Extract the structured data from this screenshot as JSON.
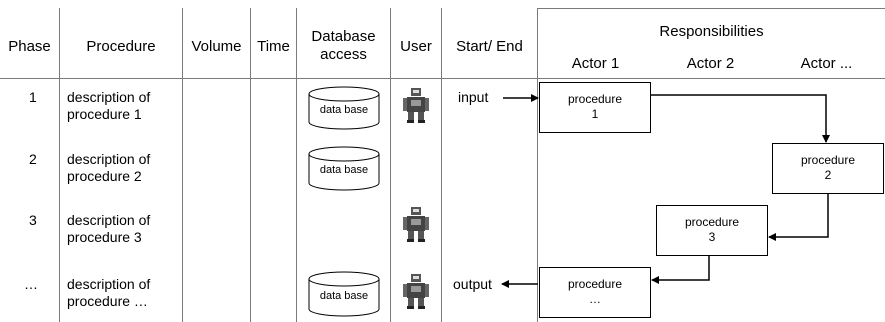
{
  "headers": {
    "phase": "Phase",
    "procedure": "Procedure",
    "volume": "Volume",
    "time": "Time",
    "database_access": [
      "Database",
      "access"
    ],
    "user": "User",
    "start_end": "Start/ End",
    "responsibilities": "Responsibilities",
    "actors": [
      "Actor 1",
      "Actor 2",
      "Actor ..."
    ]
  },
  "rows": [
    {
      "phase": "1",
      "description": [
        "description of",
        "procedure 1"
      ],
      "database": "data base",
      "user": true,
      "start_end": "input"
    },
    {
      "phase": "2",
      "description": [
        "description of",
        "procedure 2"
      ],
      "database": "data base",
      "user": false,
      "start_end": ""
    },
    {
      "phase": "3",
      "description": [
        "description of",
        "procedure 3"
      ],
      "database": "",
      "user": true,
      "start_end": ""
    },
    {
      "phase": "…",
      "description": [
        "description of",
        "procedure …"
      ],
      "database": "data base",
      "user": true,
      "start_end": "output"
    }
  ],
  "procedures": [
    {
      "label": [
        "procedure",
        "1"
      ],
      "actor": "Actor 1"
    },
    {
      "label": [
        "procedure",
        "2"
      ],
      "actor": "Actor ..."
    },
    {
      "label": [
        "procedure",
        "3"
      ],
      "actor": "Actor 2"
    },
    {
      "label": [
        "procedure",
        "…"
      ],
      "actor": "Actor 1"
    }
  ],
  "icons": {
    "database": "database-cylinder-icon",
    "user": "robot-user-icon"
  }
}
